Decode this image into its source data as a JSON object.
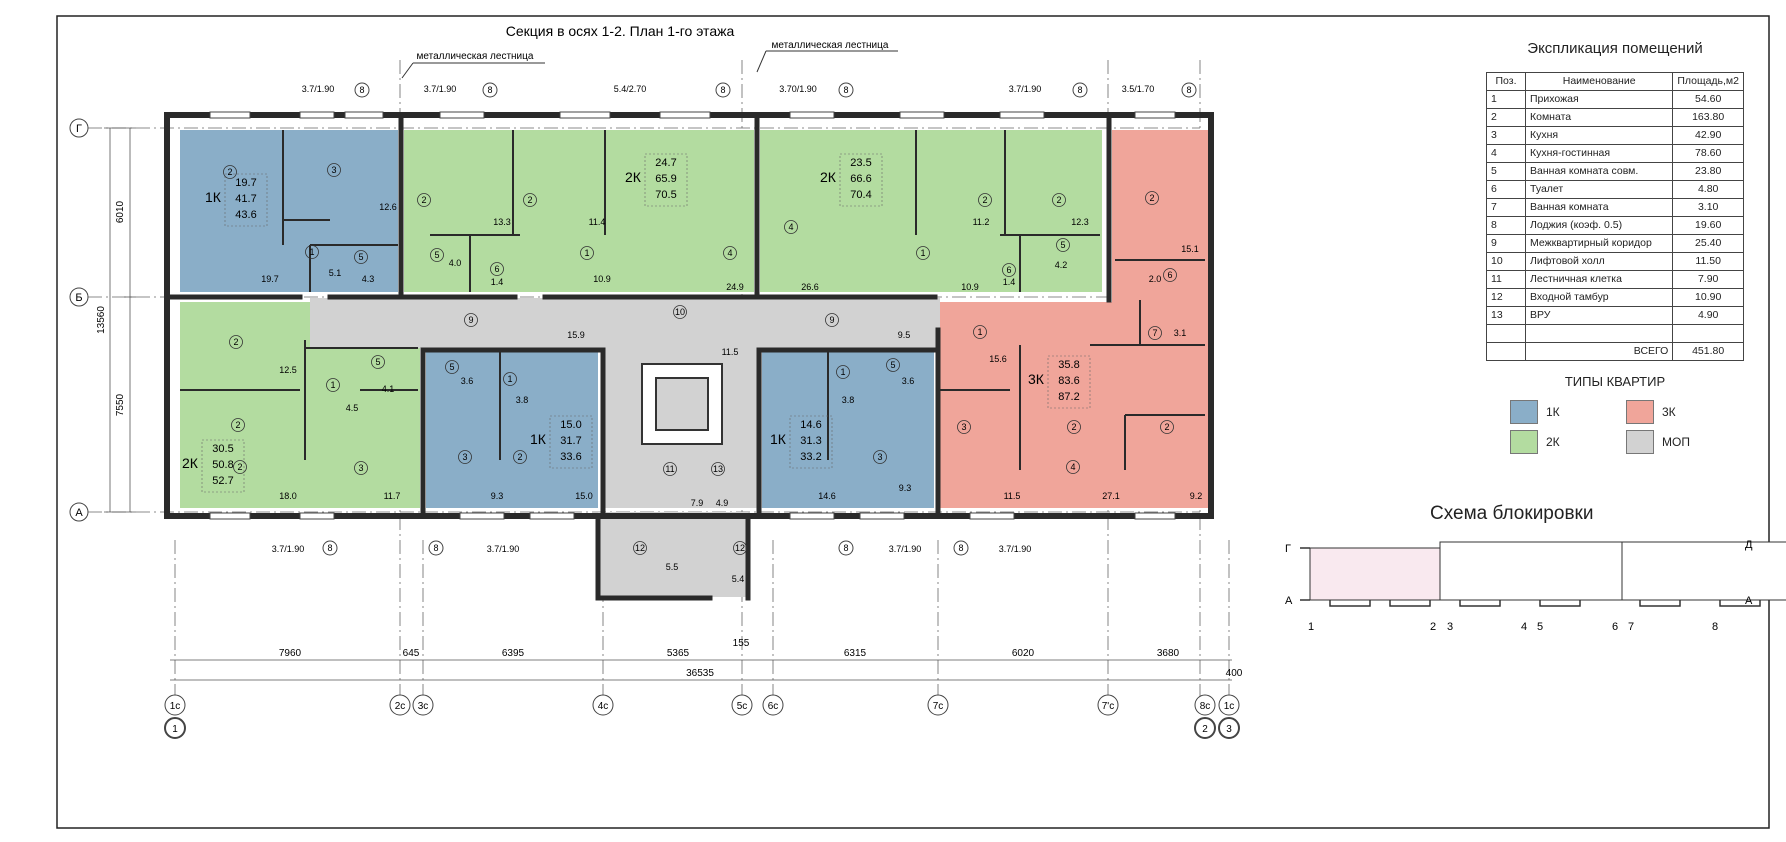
{
  "plan_title": "Секция в осях 1-2. План 1-го этажа",
  "stair_label": "металлическая лестница",
  "colors": {
    "k1": "#8aaec8",
    "k2": "#b3dca0",
    "k3": "#f0a59a",
    "mop": "#d2d2d2",
    "block_fill": "#f9e9ef"
  },
  "axes": {
    "rows": [
      "Г",
      "Б",
      "А"
    ],
    "row_dims": [
      "6010",
      "13560",
      "7550"
    ],
    "bottom_dims": [
      "7960",
      "645",
      "6395",
      "5365",
      "155",
      "6315",
      "6020",
      "3680",
      "400"
    ],
    "total": "36535",
    "bottom_axes": [
      "1с",
      "2с",
      "3с",
      "4с",
      "5с",
      "6с",
      "7с",
      "7'с",
      "8с",
      "1с"
    ],
    "circled": [
      "1",
      "2",
      "3"
    ]
  },
  "window_labels_top": [
    "3.7/1.90",
    "3.7/1.90",
    "5.4/2.70",
    "3.70/1.90",
    "3.7/1.90",
    "3.5/1.70"
  ],
  "window_labels_bottom": [
    "3.7/1.90",
    "3.7/1.90",
    "3.7/1.90",
    "3.7/1.90"
  ],
  "loggia_mark": "8",
  "apartments": [
    {
      "type": "1К",
      "areas": [
        "19.7",
        "41.7",
        "43.6"
      ]
    },
    {
      "type": "2К",
      "areas": [
        "24.7",
        "65.9",
        "70.5"
      ]
    },
    {
      "type": "2К",
      "areas": [
        "23.5",
        "66.6",
        "70.4"
      ]
    },
    {
      "type": "2К",
      "areas": [
        "30.5",
        "50.8",
        "52.7"
      ]
    },
    {
      "type": "1К",
      "areas": [
        "15.0",
        "31.7",
        "33.6"
      ]
    },
    {
      "type": "1К",
      "areas": [
        "14.6",
        "31.3",
        "33.2"
      ]
    },
    {
      "type": "3К",
      "areas": [
        "35.8",
        "83.6",
        "87.2"
      ]
    }
  ],
  "room_areas": [
    "12.6",
    "19.7",
    "5.1",
    "4.3",
    "13.3",
    "11.4",
    "4.0",
    "1.4",
    "10.9",
    "24.9",
    "26.6",
    "10.9",
    "11.2",
    "12.3",
    "4.2",
    "1.4",
    "15.1",
    "2.0",
    "3.1",
    "15.6",
    "12.5",
    "4.5",
    "4.1",
    "3.6",
    "3.8",
    "15.9",
    "11.5",
    "9.5",
    "3.8",
    "3.6",
    "18.0",
    "11.7",
    "9.3",
    "15.0",
    "7.9",
    "4.9",
    "5.5",
    "5.4",
    "14.6",
    "9.3",
    "11.5",
    "27.1",
    "9.2"
  ],
  "room_marks": [
    "2",
    "3",
    "1",
    "5",
    "2",
    "2",
    "1",
    "5",
    "6",
    "4",
    "4",
    "1",
    "2",
    "2",
    "5",
    "6",
    "2",
    "6",
    "7",
    "1",
    "2",
    "1",
    "5",
    "9",
    "5",
    "1",
    "10",
    "9",
    "1",
    "5",
    "2",
    "2",
    "3",
    "2",
    "3",
    "3",
    "11",
    "13",
    "12",
    "12",
    "3",
    "2",
    "4",
    "2"
  ],
  "explication": {
    "title": "Экспликация помещений",
    "headers": [
      "Поз.",
      "Наименование",
      "Площадь,м2"
    ],
    "rows": [
      [
        "1",
        "Прихожая",
        "54.60"
      ],
      [
        "2",
        "Комната",
        "163.80"
      ],
      [
        "3",
        "Кухня",
        "42.90"
      ],
      [
        "4",
        "Кухня-гостинная",
        "78.60"
      ],
      [
        "5",
        "Ванная комната совм.",
        "23.80"
      ],
      [
        "6",
        "Туалет",
        "4.80"
      ],
      [
        "7",
        "Ванная комната",
        "3.10"
      ],
      [
        "8",
        "Лоджия (коэф. 0.5)",
        "19.60"
      ],
      [
        "9",
        "Межквартирный коридор",
        "25.40"
      ],
      [
        "10",
        "Лифтовой холл",
        "11.50"
      ],
      [
        "11",
        "Лестничная клетка",
        "7.90"
      ],
      [
        "12",
        "Входной тамбур",
        "10.90"
      ],
      [
        "13",
        "ВРУ",
        "4.90"
      ]
    ],
    "total_label": "ВСЕГО",
    "total_value": "451.80"
  },
  "legend": {
    "title": "ТИПЫ КВАРТИР",
    "items": [
      {
        "label": "1К",
        "color": "#8aaec8"
      },
      {
        "label": "3К",
        "color": "#f0a59a"
      },
      {
        "label": "2К",
        "color": "#b3dca0"
      },
      {
        "label": "МОП",
        "color": "#d2d2d2"
      }
    ]
  },
  "scheme": {
    "title": "Схема блокировки",
    "axes_left": [
      "Г",
      "А"
    ],
    "axes_right": [
      "Д",
      "А"
    ],
    "axis_numbers": [
      "1",
      "2",
      "3",
      "4",
      "5",
      "6",
      "7",
      "8"
    ]
  }
}
